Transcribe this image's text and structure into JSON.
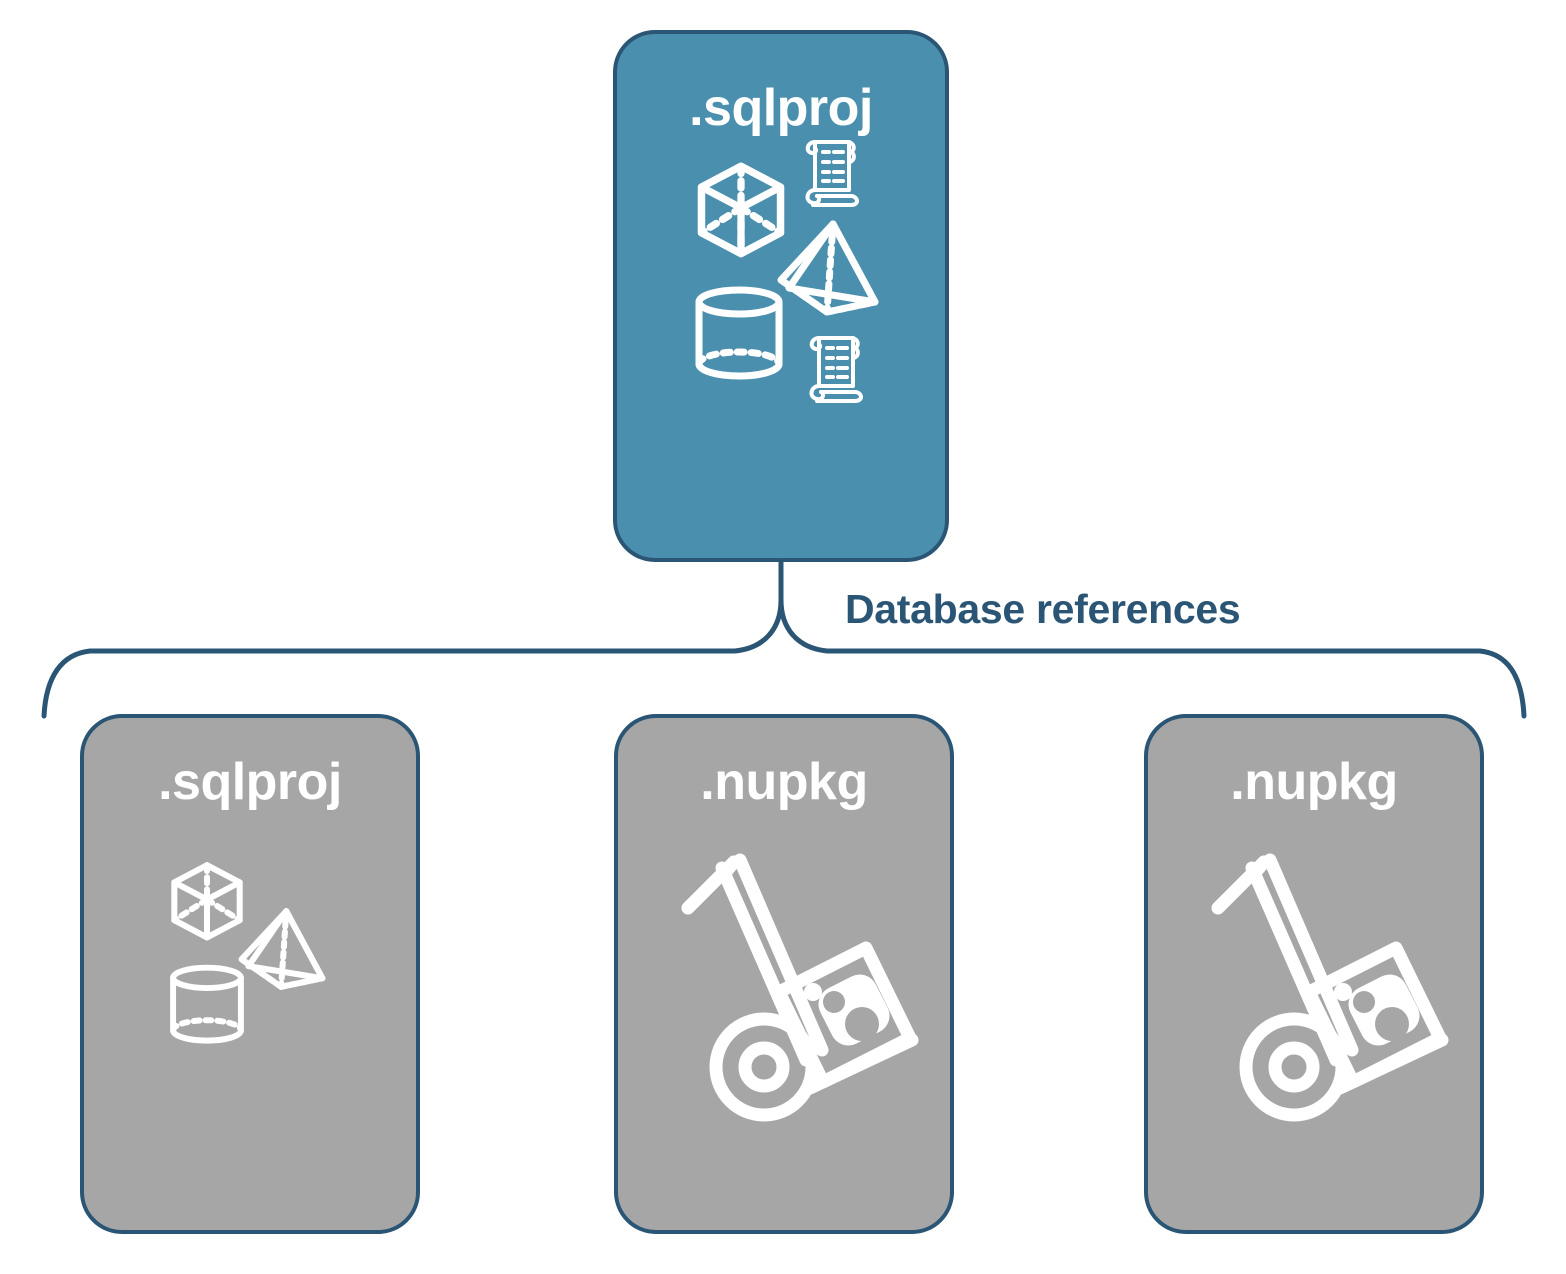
{
  "diagram": {
    "title_text": "Database references",
    "colors": {
      "accent_blue_fill": "#4a8fae",
      "node_border": "#2b5574",
      "leaf_fill": "#a6a6a6",
      "label_text": "#2b5574",
      "icon_stroke": "#ffffff",
      "background": "#ffffff"
    },
    "root": {
      "label": ".sqlproj",
      "icons": [
        "cube-icon",
        "pyramid-icon",
        "cylinder-icon",
        "scroll-icon",
        "scroll-icon"
      ]
    },
    "connector": {
      "label": "Database references",
      "style": "curly-brace"
    },
    "leaves": [
      {
        "label": ".sqlproj",
        "icons": [
          "cube-icon",
          "pyramid-icon",
          "cylinder-icon"
        ]
      },
      {
        "label": ".nupkg",
        "icons": [
          "hand-truck-package-icon"
        ]
      },
      {
        "label": ".nupkg",
        "icons": [
          "hand-truck-package-icon"
        ]
      }
    ]
  }
}
